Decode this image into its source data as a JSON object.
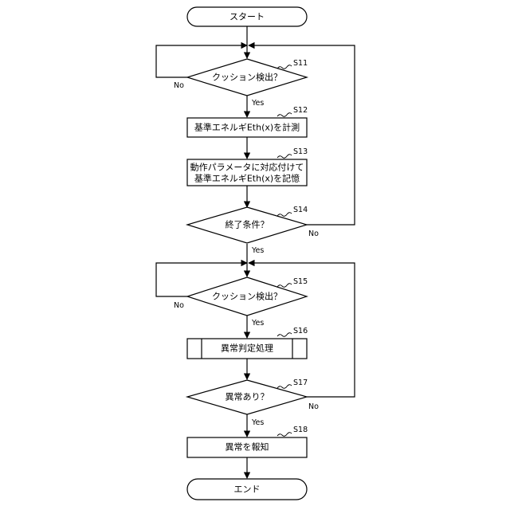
{
  "nodes": {
    "start": {
      "text": "スタート"
    },
    "s11": {
      "step": "S11",
      "text": "クッション検出？"
    },
    "s12": {
      "step": "S12",
      "text": "基準エネルギEth(x)を計測"
    },
    "s13": {
      "step": "S13",
      "line1": "動作パラメータに対応付けて",
      "line2": "基準エネルギEth(x)を記憶"
    },
    "s14": {
      "step": "S14",
      "text": "終了条件？"
    },
    "s15": {
      "step": "S15",
      "text": "クッション検出？"
    },
    "s16": {
      "step": "S16",
      "text": "異常判定処理"
    },
    "s17": {
      "step": "S17",
      "text": "異常あり？"
    },
    "s18": {
      "step": "S18",
      "text": "異常を報知"
    },
    "end": {
      "text": "エンド"
    }
  },
  "edges": {
    "s11_yes": "Yes",
    "s11_no": "No",
    "s14_yes": "Yes",
    "s14_no": "No",
    "s15_yes": "Yes",
    "s15_no": "No",
    "s17_yes": "Yes",
    "s17_no": "No"
  }
}
